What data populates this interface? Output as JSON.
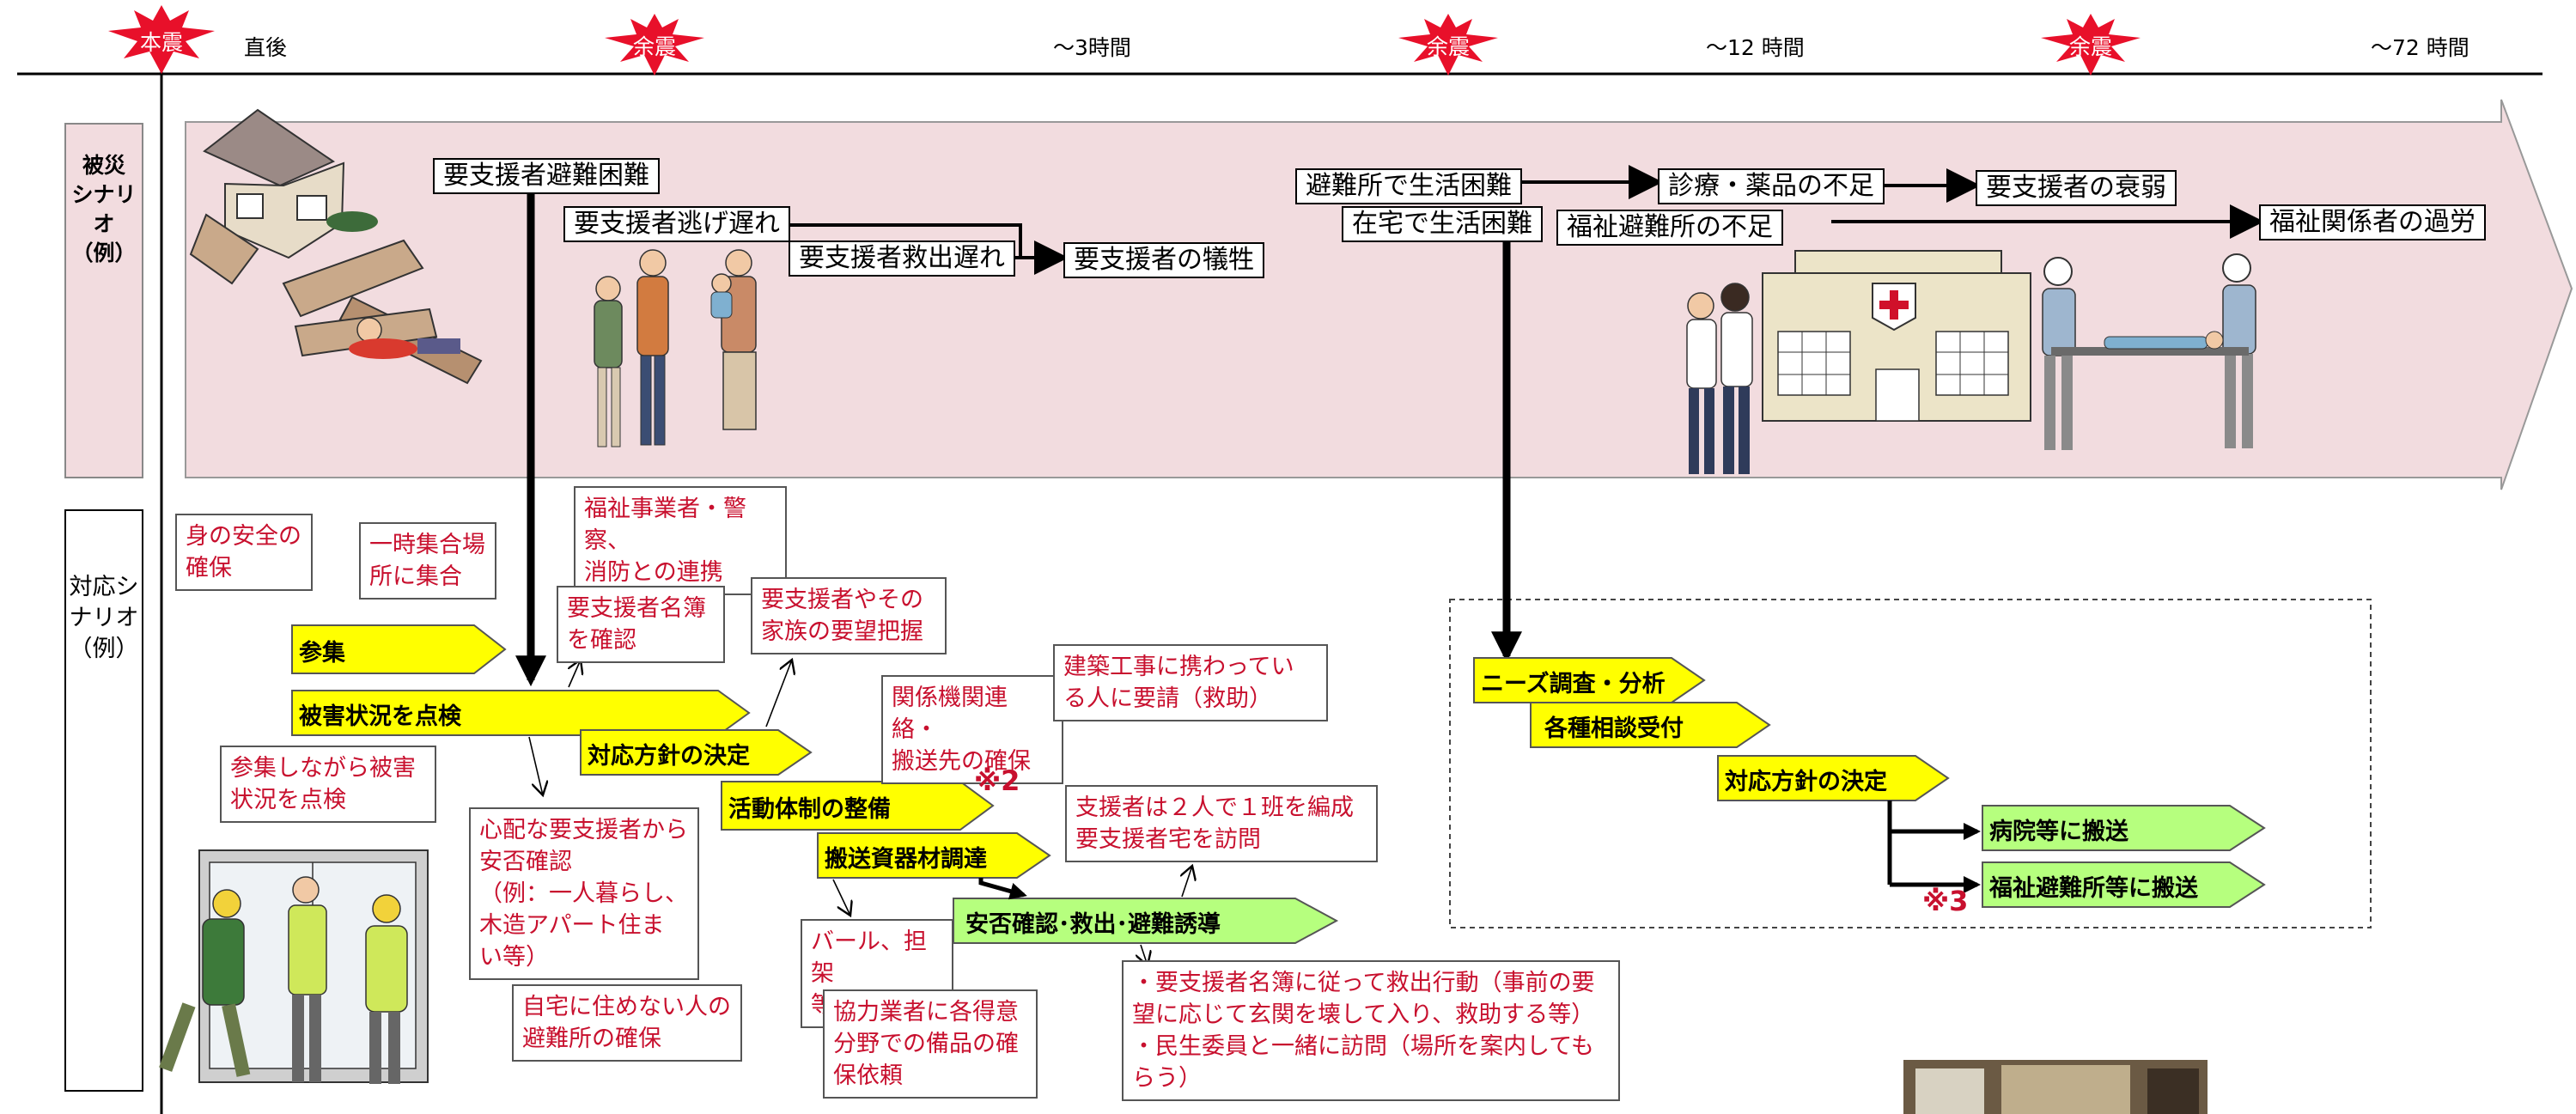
{
  "timeline": {
    "quakes": [
      {
        "label": "本震",
        "color": "#e8102a"
      },
      {
        "label": "余震",
        "color": "#e8102a"
      },
      {
        "label": "余震",
        "color": "#e8102a"
      },
      {
        "label": "余震",
        "color": "#e8102a"
      }
    ],
    "times": [
      "直後",
      "～3時間",
      "～12 時間",
      "～72 時間"
    ]
  },
  "rows": {
    "damage_label": "被災\nシナリ\nオ\n（例）",
    "response_label": "対応シ\nナリオ\n（例）"
  },
  "damage": {
    "evac_difficult": "要支援者避難困難",
    "escape_late": "要支援者逃げ遅れ",
    "rescue_late": "要支援者救出遅れ",
    "victims": "要支援者の犠牲",
    "shelter_hard": "避難所で生活困難",
    "home_hard": "在宅で生活困難",
    "medical_lack": "診療・薬品の不足",
    "weaken": "要支援者の衰弱",
    "welfare_lack": "福祉避難所の不足",
    "overwork": "福祉関係者の過労"
  },
  "response": {
    "safety": "身の安全の\n確保",
    "gather": "一時集合場\n所に集合",
    "coop": "福祉事業者・警察、\n消防との連携",
    "list_check": "要支援者名簿\nを確認",
    "needs_grasp": "要支援者やその\n家族の要望把握",
    "agency": "関係機関連絡・\n搬送先の確保",
    "construction": "建築工事に携わってい\nる人に要請（救助）",
    "check_while": "参集しながら被害\n状況を点検",
    "safety_confirm": "心配な要支援者から\n安否確認\n（例：一人暮らし、\n  木造アパート住ま\n  い等）",
    "self_home": "自宅に住めない人の\n避難所の確保",
    "bar": "バール、担架\n等確保",
    "partner": "協力業者に各得意\n分野での備品の確\n保依頼",
    "pair": "支援者は２人で１班を編成\n要支援者宅を訪問",
    "rescue_action": "・要支援者名簿に従って救出行動（事前の要\n  望に応じて玄関を壊して入り、救助する等）\n・民生委員と一緒に訪問（場所を案内しても\n  らう）",
    "arrows": {
      "sanshu": "参集",
      "inspect": "被害状況を点検",
      "policy": "対応方針の決定",
      "system": "活動体制の整備",
      "equip": "搬送資器材調達",
      "rescue": "安否確認･救出･避難誘導",
      "needs": "ニーズ調査・分析",
      "consult": "各種相談受付",
      "policy2": "対応方針の決定",
      "hospital": "病院等に搬送",
      "welfare_shelter": "福祉避難所等に搬送"
    },
    "note2": "※2",
    "note3": "※3"
  }
}
